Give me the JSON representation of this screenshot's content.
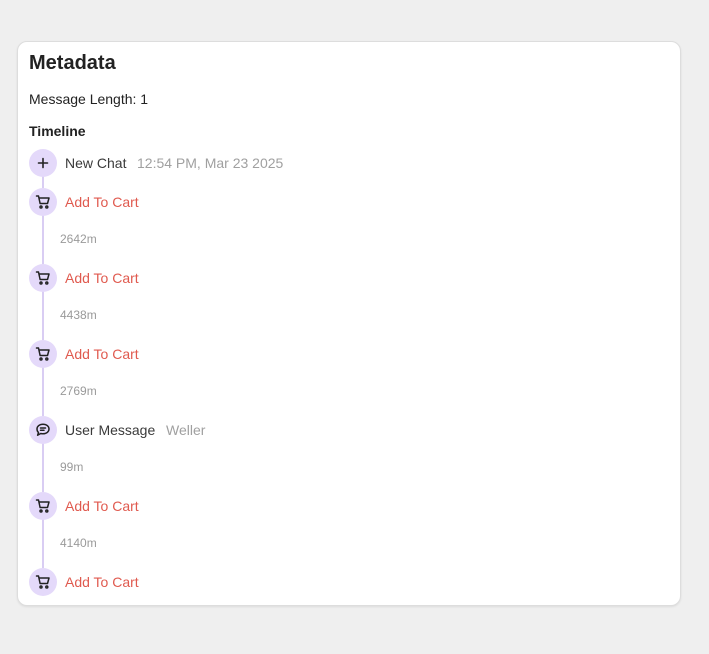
{
  "metadata": {
    "title": "Metadata",
    "message_length_label": "Message Length: 1",
    "timeline_heading": "Timeline"
  },
  "timeline": {
    "events": [
      {
        "label": "New Chat",
        "detail": "12:54 PM, Mar 23 2025",
        "icon": "plus-icon"
      },
      {
        "label": "Add To Cart",
        "icon": "cart-icon"
      },
      {
        "label": "Add To Cart",
        "icon": "cart-icon"
      },
      {
        "label": "Add To Cart",
        "icon": "cart-icon"
      },
      {
        "label": "User Message",
        "detail": "Weller",
        "icon": "chat-bubble-icon"
      },
      {
        "label": "Add To Cart",
        "icon": "cart-icon"
      },
      {
        "label": "Add To Cart",
        "icon": "cart-icon"
      }
    ],
    "gaps": [
      "2642m",
      "4438m",
      "2769m",
      "99m",
      "4140m"
    ]
  },
  "colors": {
    "node_background": "#e4d9fa",
    "connector": "#d9cdf3",
    "action_text": "#e05a4f",
    "muted_text": "#a0a0a0"
  }
}
